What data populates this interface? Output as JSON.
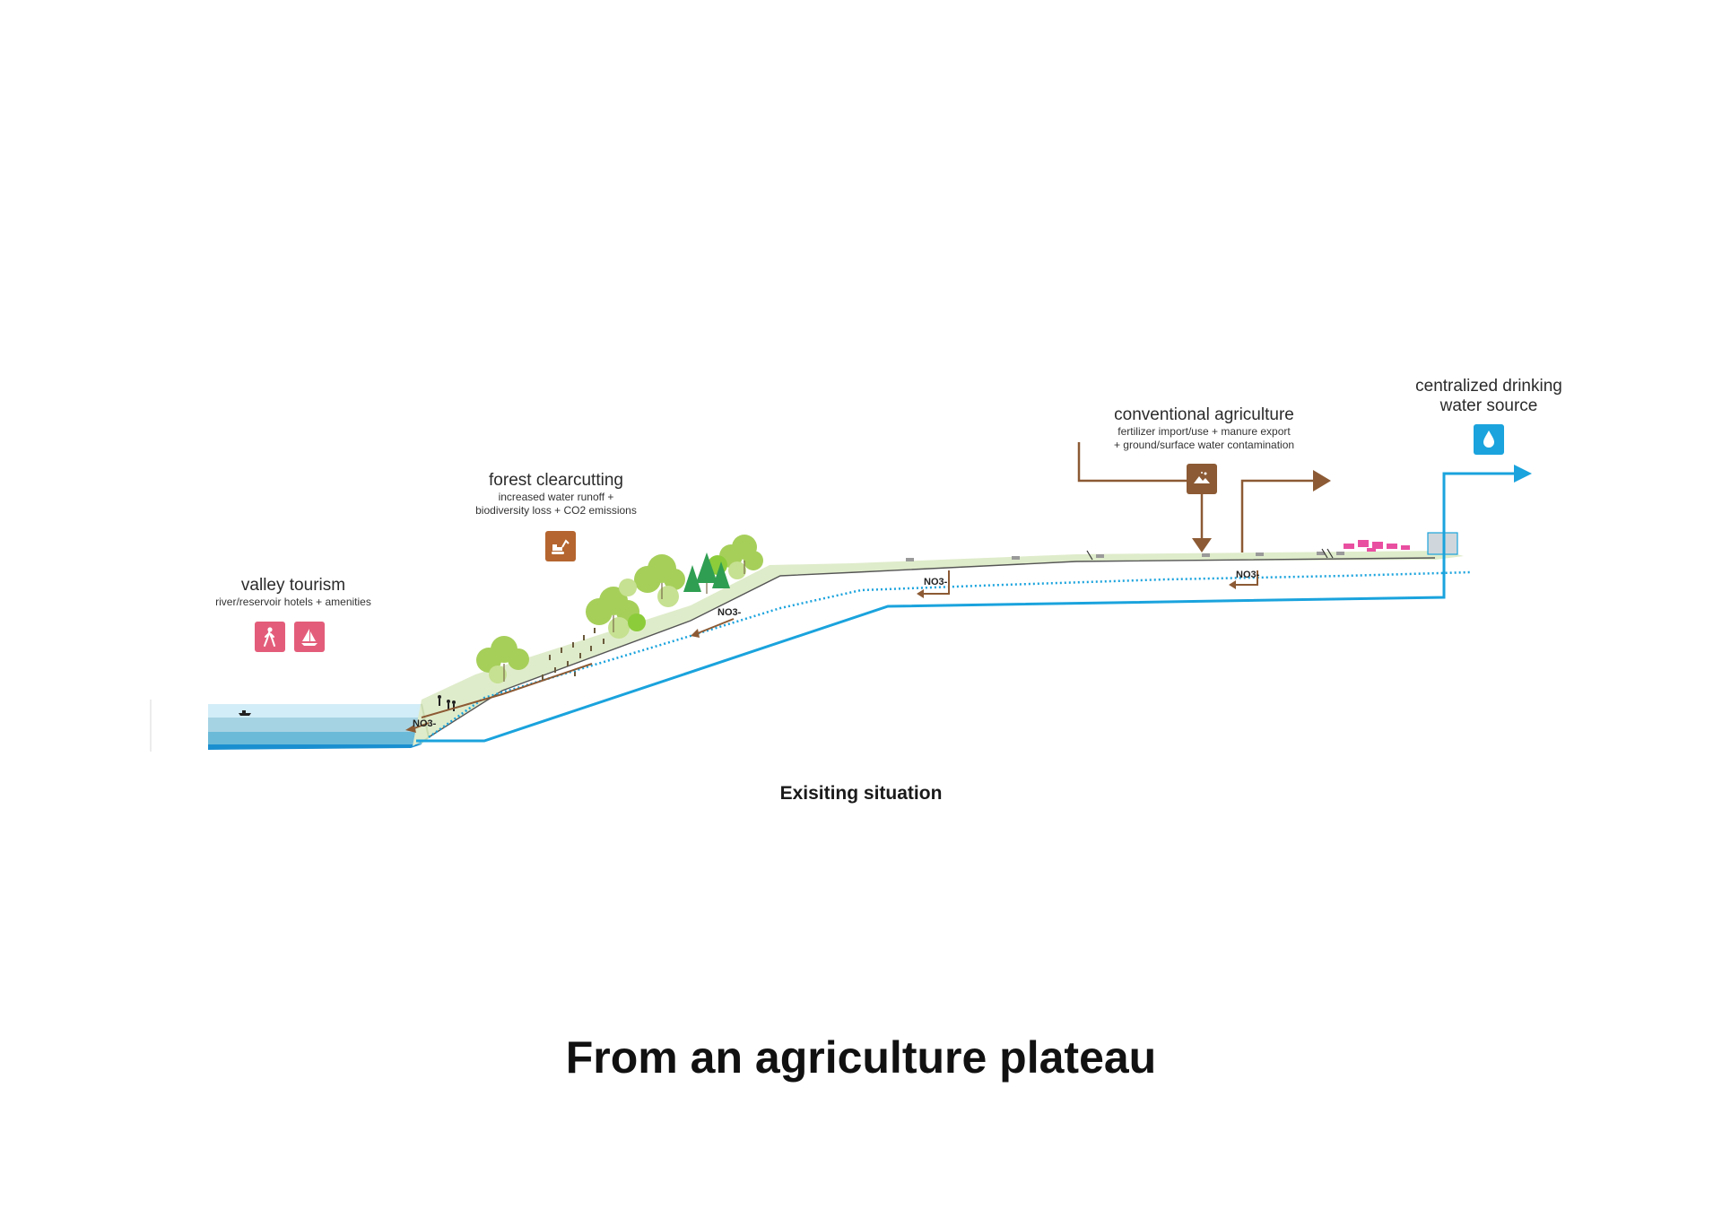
{
  "colors": {
    "pink": "#e35d7a",
    "brown": "#8c5a34",
    "blue": "#1aa3dd",
    "green": "#8cc63f",
    "land": "#dfeccb",
    "magenta": "#e94fa0"
  },
  "labels": {
    "valley": {
      "title": "valley tourism",
      "sub": "river/reservoir hotels + amenities",
      "icons": [
        "hiker-icon",
        "sailboat-icon"
      ]
    },
    "forest": {
      "title": "forest clearcutting",
      "sub1": "increased water runoff +",
      "sub2": "biodiversity loss + CO2 emissions",
      "icon": "excavator-icon"
    },
    "agri": {
      "title": "conventional agriculture",
      "sub1": "fertilizer import/use + manure export",
      "sub2": "+ ground/surface water contamination",
      "icon": "fertilizer-icon"
    },
    "water": {
      "title1": "centralized drinking",
      "title2": "water source",
      "icon": "water-drop-icon"
    }
  },
  "nitrate": [
    "NO3-",
    "NO3-",
    "NO3-",
    "NO3-"
  ],
  "caption": "Exisiting situation",
  "heading": "From an agriculture plateau"
}
